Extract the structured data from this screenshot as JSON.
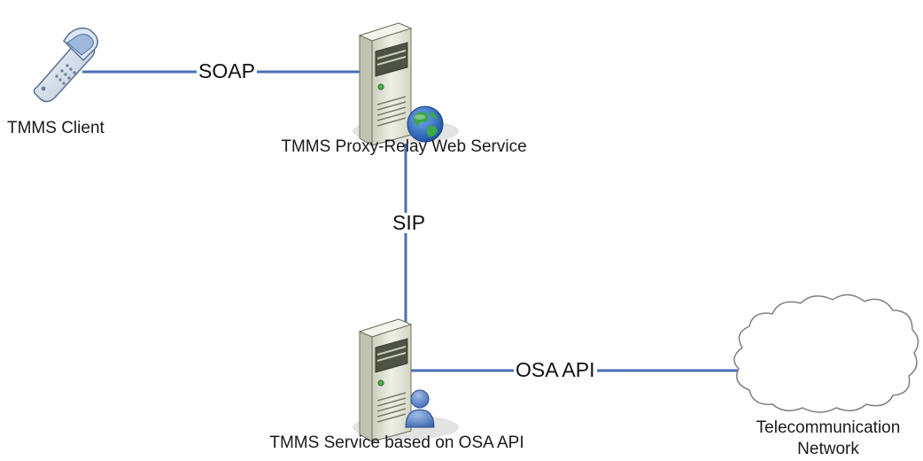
{
  "diagram": {
    "nodes": {
      "client": {
        "label": "TMMS Client",
        "icon": "mobile-phone-icon"
      },
      "proxy": {
        "label": "TMMS Proxy-Relay Web Service",
        "icon": "web-server-globe-icon"
      },
      "service": {
        "label": "TMMS Service based on OSA API",
        "icon": "server-user-icon"
      },
      "network": {
        "label_line1": "Telecommunication",
        "label_line2": "Network",
        "icon": "cloud-icon"
      }
    },
    "edges": {
      "soap": {
        "label": "SOAP"
      },
      "sip": {
        "label": "SIP"
      },
      "osa": {
        "label": "OSA API"
      }
    },
    "colors": {
      "connector": "#4a6fb5",
      "server_body": "#dfe3d4",
      "globe_water": "#1e5fb8",
      "globe_land": "#3aa845",
      "user_icon": "#5a7fc0",
      "cloud_fill": "#ffffff"
    }
  }
}
